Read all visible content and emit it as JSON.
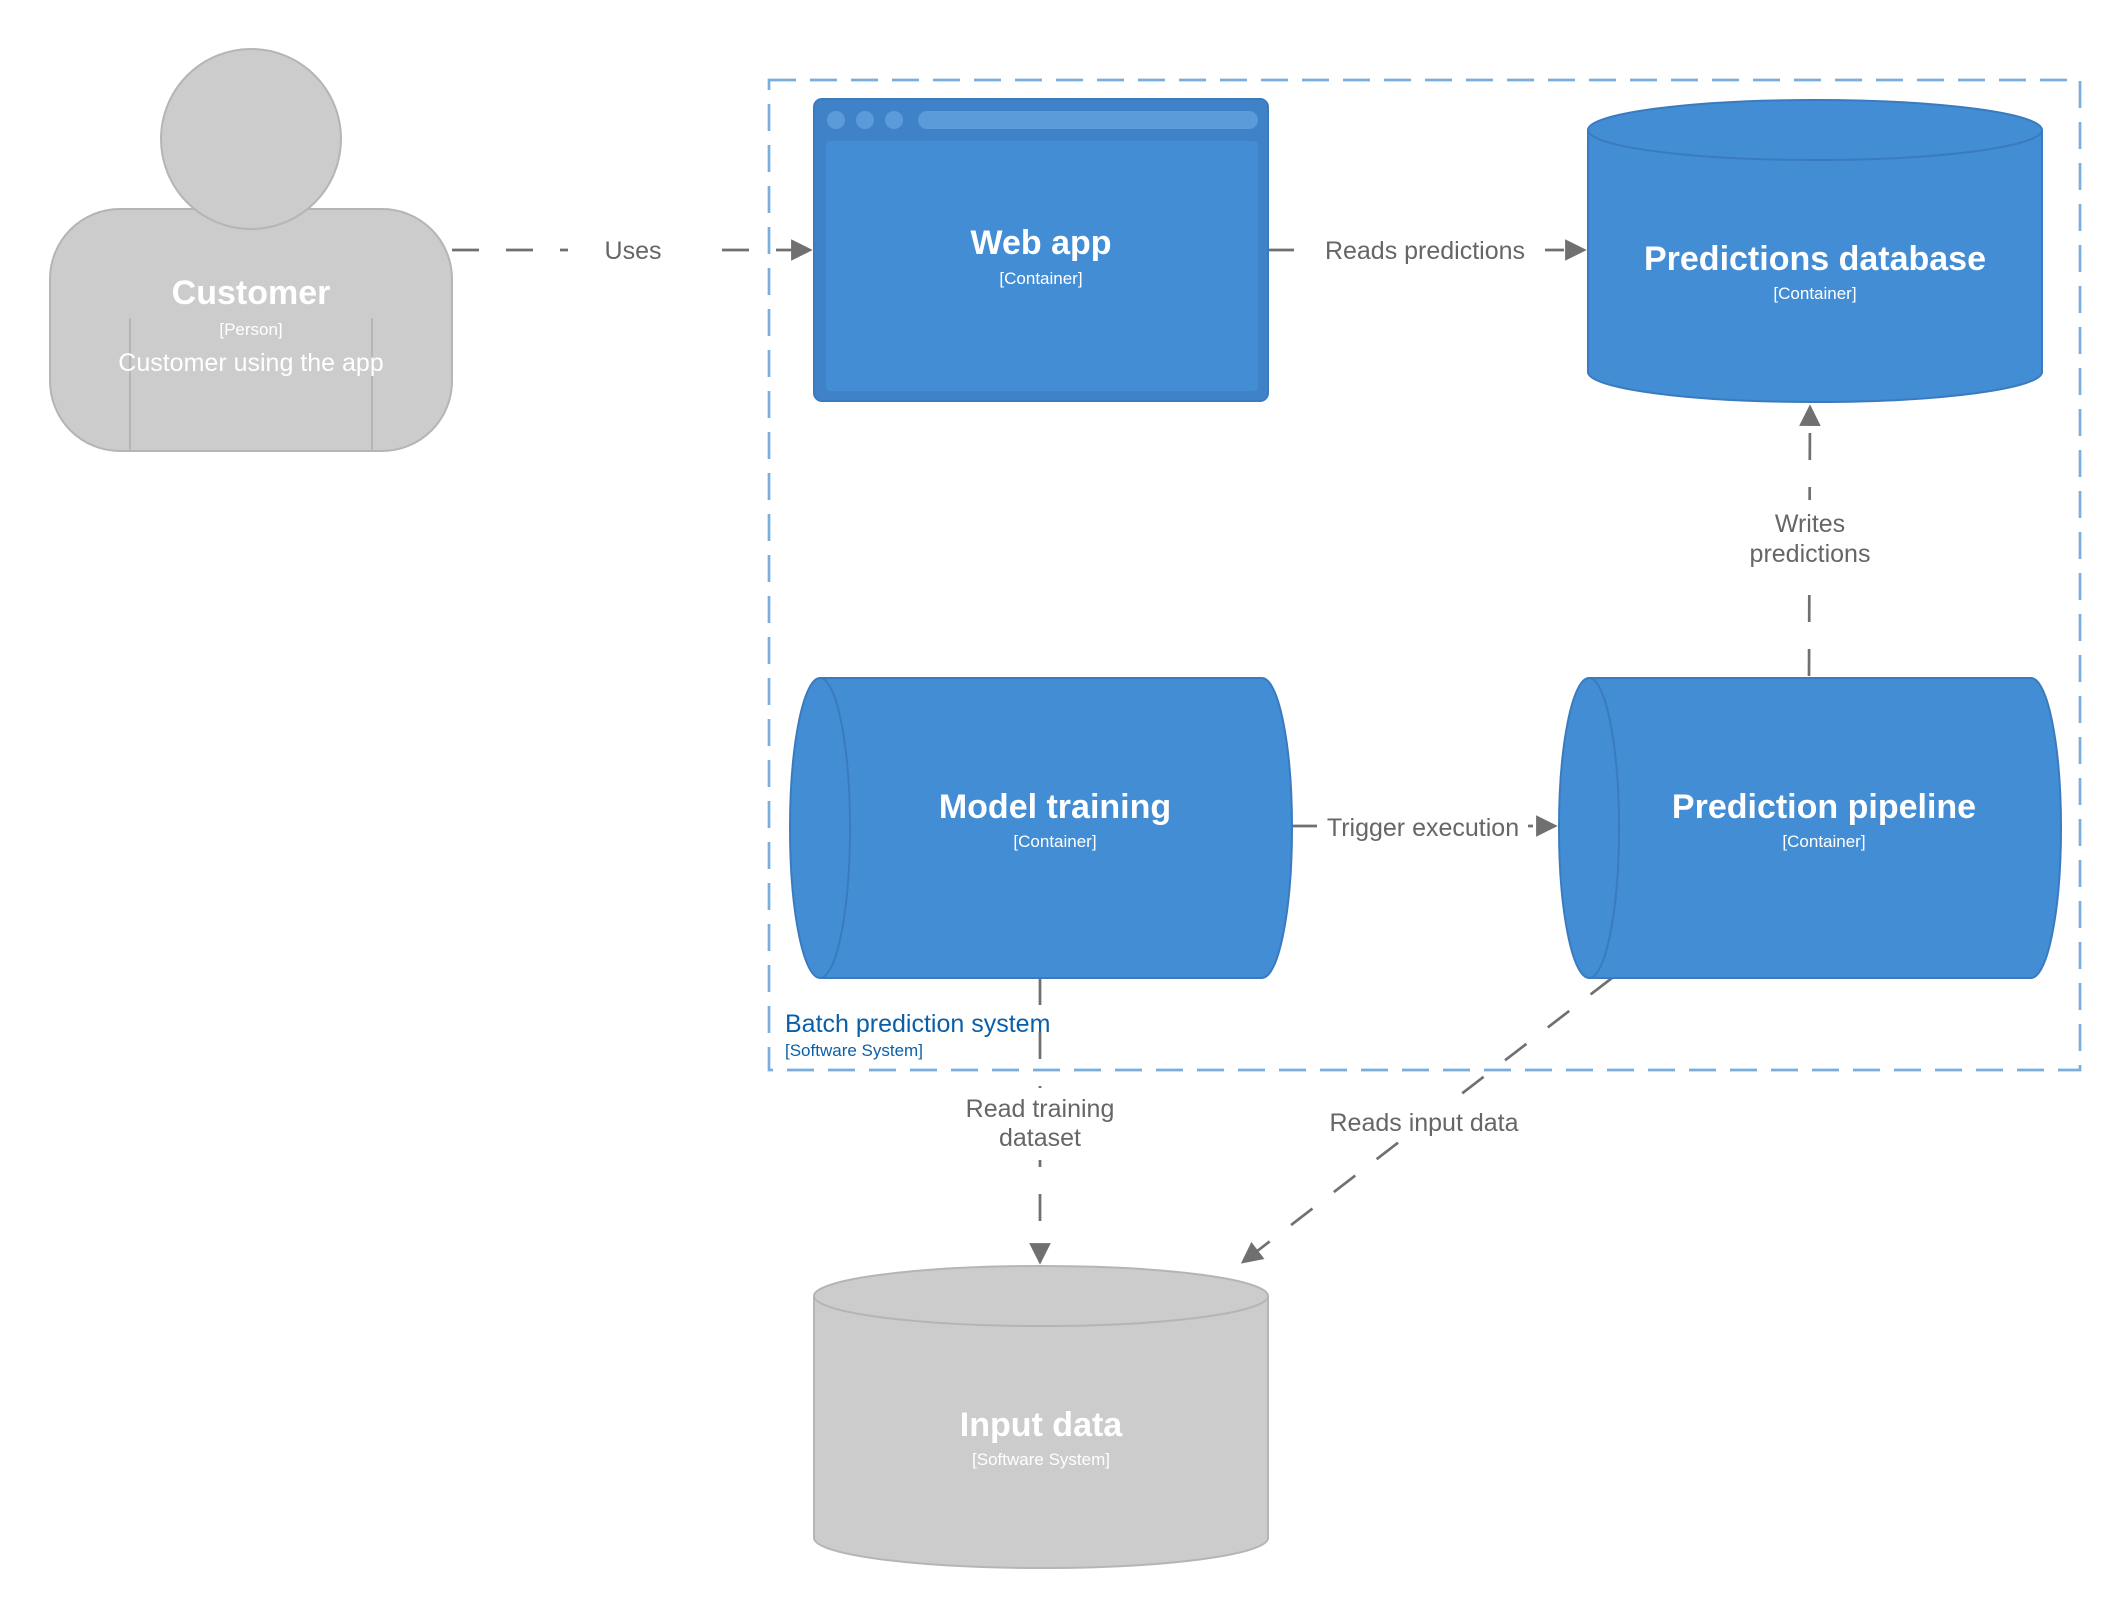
{
  "colors": {
    "container": "#438dd5",
    "container_stroke": "#3a7bbf",
    "external": "#cccccc",
    "external_stroke": "#b5b5b5",
    "edge": "#707070",
    "edge_label": "#666666",
    "boundary": "#7aaede",
    "boundary_label": "#0b5fa8"
  },
  "boundary": {
    "title": "Batch prediction system",
    "technology": "[Software System]"
  },
  "nodes": {
    "customer": {
      "title": "Customer",
      "technology": "[Person]",
      "description": "Customer using the app",
      "icon": "person-shape"
    },
    "web_app": {
      "title": "Web app",
      "technology": "[Container]",
      "icon": "browser-window-shape"
    },
    "predictions_db": {
      "title": "Predictions database",
      "technology": "[Container]",
      "icon": "database-cylinder-shape"
    },
    "model_training": {
      "title": "Model training",
      "technology": "[Container]",
      "icon": "queue-cylinder-shape"
    },
    "prediction_pipeline": {
      "title": "Prediction pipeline",
      "technology": "[Container]",
      "icon": "queue-cylinder-shape"
    },
    "input_data": {
      "title": "Input data",
      "technology": "[Software System]",
      "icon": "database-cylinder-shape"
    }
  },
  "edges": {
    "uses": {
      "label": "Uses"
    },
    "reads_predictions": {
      "label": "Reads predictions"
    },
    "writes_predictions": {
      "label_line1": "Writes",
      "label_line2": "predictions"
    },
    "trigger_execution": {
      "label": "Trigger execution"
    },
    "read_training_dataset": {
      "label_line1": "Read training",
      "label_line2": "dataset"
    },
    "reads_input_data": {
      "label": "Reads input data"
    }
  }
}
